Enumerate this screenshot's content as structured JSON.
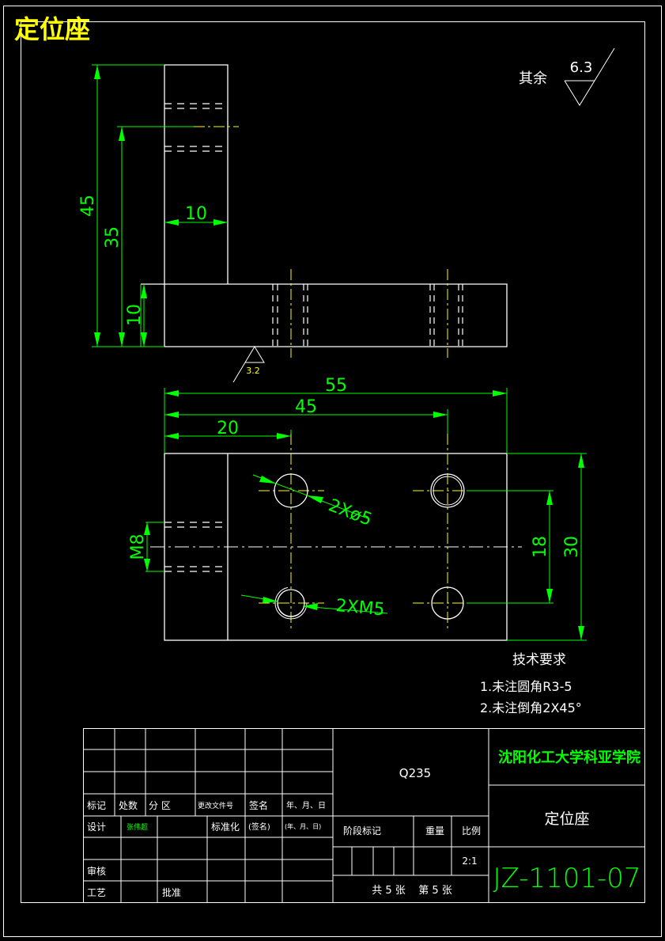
{
  "drawing": {
    "title": "定位座",
    "roughness_note_prefix": "其余",
    "roughness_default": "6.3",
    "roughness_base": "3.2",
    "dimensions": {
      "d45_vertical": "45",
      "d35": "35",
      "d10_vertical": "10",
      "d10_horizontal": "10",
      "d55": "55",
      "d45_horizontal": "45",
      "d20": "20",
      "hole_spec": "2Xø5",
      "thread_spec": "2XM5",
      "m8": "M8",
      "d18": "18",
      "d30": "30"
    },
    "tech_requirements": {
      "heading": "技术要求",
      "items": [
        "1.未注圆角R3-5",
        "2.未注倒角2X45°"
      ]
    }
  },
  "title_block": {
    "material": "Q235",
    "school": "沈阳化工大学科亚学院",
    "part_name": "定位座",
    "drawing_number": "JZ-1101-07",
    "scale": "2:1",
    "sheets": "共 5 张    第 5 张",
    "labels": {
      "mark": "标记",
      "count": "处数",
      "zone": "分 区",
      "change_doc": "更改文件号",
      "signature": "签名",
      "date": "年、月、日",
      "design": "设计",
      "designer": "张伟超",
      "standardize": "标准化",
      "sign_paren": "(签名)",
      "date_paren": "(年、月、日)",
      "stage_mark": "阶段标记",
      "weight": "重量",
      "scale_label": "比例",
      "review": "审核",
      "process": "工艺",
      "approve": "批准"
    }
  }
}
